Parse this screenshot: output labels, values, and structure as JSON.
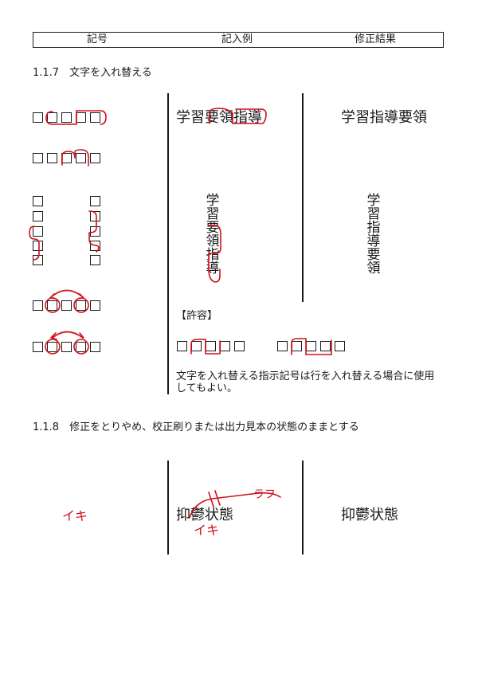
{
  "header": {
    "col_symbol": "記号",
    "col_example": "記入例",
    "col_result": "修正結果"
  },
  "section_117": {
    "title": "1.1.7　文字を入れ替える",
    "horizontal_example": "学習要領指導",
    "result_text": "学習指導要領",
    "vertical_example": "学習要領指導",
    "vertical_result": "学習指導要領",
    "allowance_label": "【許容】",
    "allowance_note": "文字を入れ替える指示記号は行を入れ替える場合に使用してもよい。"
  },
  "section_118": {
    "title": "1.1.8　修正をとりやめ、校正刷りまたは出力見本の状態のままとする",
    "mark_iki": "イキ",
    "example_text": "抑鬱状態",
    "correction_text": "ラフ",
    "example_iki": "イキ",
    "result_text": "抑鬱状態"
  }
}
